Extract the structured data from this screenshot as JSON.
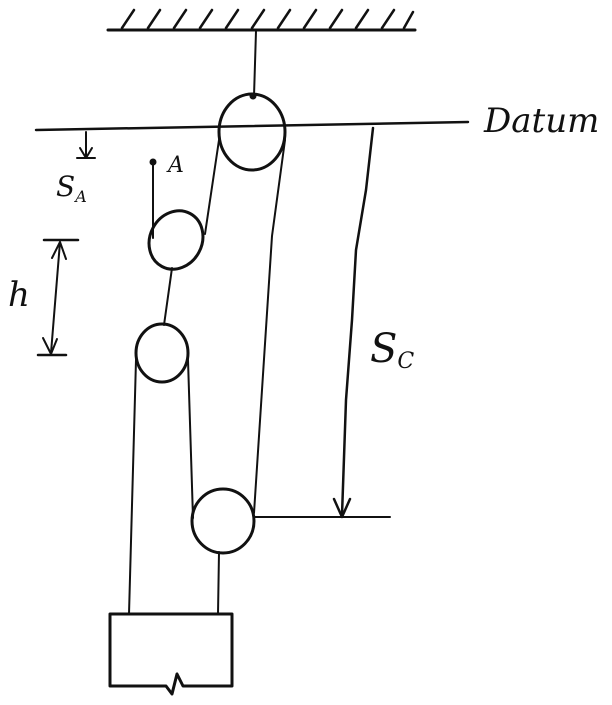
{
  "diagram": {
    "labels": {
      "datum": "Datum",
      "point_a": "A",
      "s_a_main": "S",
      "s_a_sub": "A",
      "h": "h",
      "s_c_main": "S",
      "s_c_sub": "C"
    },
    "colors": {
      "ink": "#111111",
      "background": "#ffffff"
    }
  }
}
